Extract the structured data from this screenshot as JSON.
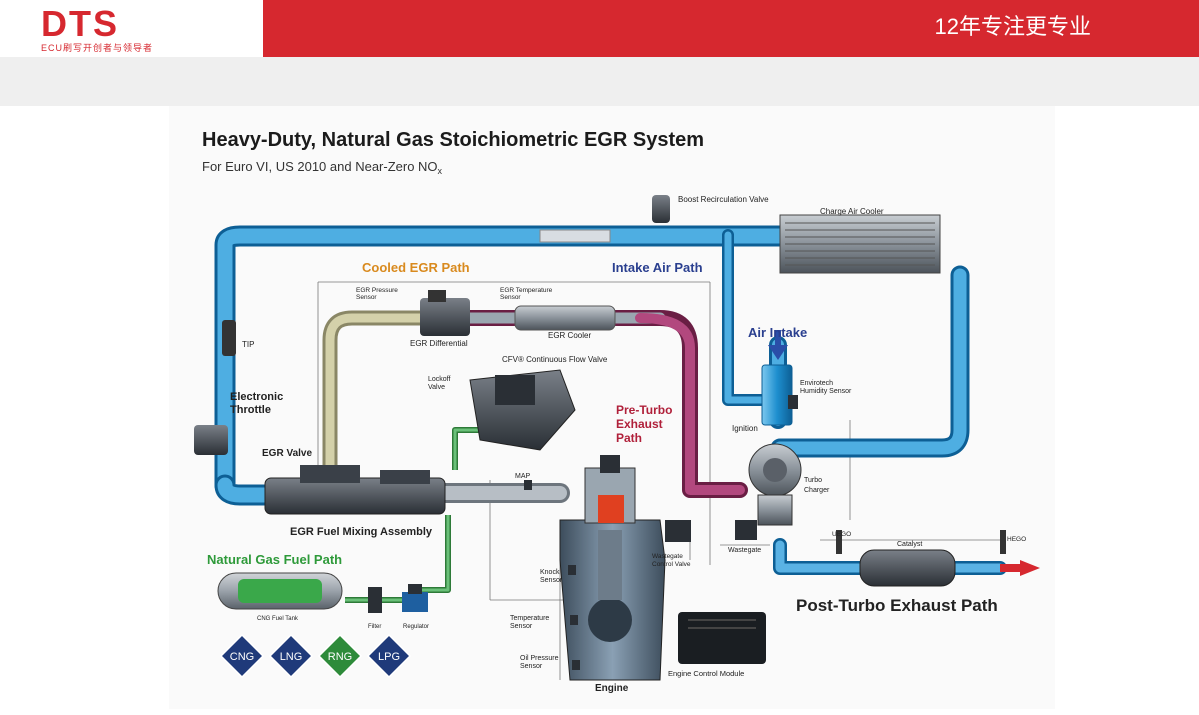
{
  "header": {
    "logo_text": "DTS",
    "logo_tagline": "ECU刷写开创者与领导者",
    "slogan": "12年专注更专业"
  },
  "diagram": {
    "title": "Heavy-Duty, Natural Gas Stoichiometric EGR System",
    "subtitle": "For Euro VI, US 2010 and Near-Zero NO",
    "subtitle_sub": "x",
    "paths": {
      "cooled_egr": "Cooled EGR Path",
      "intake_air": "Intake Air Path",
      "pre_turbo": [
        "Pre-Turbo",
        "Exhaust",
        "Path"
      ],
      "natural_gas": "Natural Gas Fuel Path",
      "post_turbo": "Post-Turbo Exhaust Path",
      "air_intake": "Air Intake"
    },
    "labels": {
      "boost_recirc": "Boost Recirculation Valve",
      "charge_air_cooler": "Charge Air Cooler",
      "tip": "TIP",
      "egr_pressure": [
        "EGR Pressure",
        "Sensor"
      ],
      "egr_temperature": [
        "EGR Temperature",
        "Sensor"
      ],
      "egr_differential": "EGR Differential",
      "egr_cooler": "EGR Cooler",
      "cfv": "CFV® Continuous Flow Valve",
      "lockoff": [
        "Lockoff",
        "Valve"
      ],
      "electronic_throttle": [
        "Electronic",
        "Throttle"
      ],
      "egr_valve": "EGR Valve",
      "map": "MAP",
      "egr_fuel_mixing": "EGR Fuel Mixing Assembly",
      "envirotech": [
        "Envirotech",
        "Humidity Sensor"
      ],
      "ignition": "Ignition",
      "turbo": [
        "Turbo",
        "Charger"
      ],
      "wastegate": "Wastegate",
      "wastegate_control": [
        "Wastegate",
        "Control Valve"
      ],
      "uego": "UEGO",
      "catalyst": "Catalyst",
      "hego": "HEGO",
      "knock": [
        "Knock",
        "Sensor"
      ],
      "temperature": [
        "Temperature",
        "Sensor"
      ],
      "oil_pressure": [
        "Oil Pressure",
        "Sensor"
      ],
      "engine": "Engine",
      "ecm": "Engine Control Module",
      "cng_tank": "CNG Fuel Tank",
      "filter": "Filter",
      "regulator": "Regulator"
    },
    "fuels": [
      {
        "label": "CNG",
        "color": "#1f3a7a"
      },
      {
        "label": "LNG",
        "color": "#1f3a7a"
      },
      {
        "label": "RNG",
        "color": "#2e8b3a"
      },
      {
        "label": "LPG",
        "color": "#1f3a7a"
      }
    ],
    "colors": {
      "intake_pipe": "#1e8fcf",
      "egr_pipe": "#b8b48a",
      "exhaust_pipe": "#a03a6a",
      "fuel_pipe": "#3a9a4a",
      "cooled_egr_label": "#d98a1e",
      "intake_label": "#2a3f8f",
      "pre_turbo_label": "#b0203a",
      "gas_label": "#2e9a3a",
      "post_turbo_label": "#222222"
    }
  }
}
